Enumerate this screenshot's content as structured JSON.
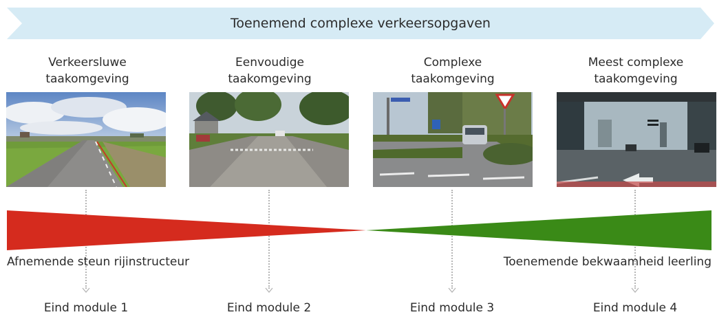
{
  "banner": {
    "text": "Toenemend complexe verkeersopgaven",
    "color": "#d6ebf5"
  },
  "stages": [
    {
      "line1": "Verkeersluwe",
      "line2": "taakomgeving",
      "end_label": "Eind module 1"
    },
    {
      "line1": "Eenvoudige",
      "line2": "taakomgeving",
      "end_label": "Eind module 2"
    },
    {
      "line1": "Complexe",
      "line2": "taakomgeving",
      "end_label": "Eind module 3"
    },
    {
      "line1": "Meest complexe",
      "line2": "taakomgeving",
      "end_label": "Eind module 4"
    }
  ],
  "wedges": {
    "left_caption": "Afnemende steun rijinstructeur",
    "right_caption": "Toenemende bekwaamheid leerling",
    "left_color": "#d52b1e",
    "right_color": "#3a8a17"
  }
}
